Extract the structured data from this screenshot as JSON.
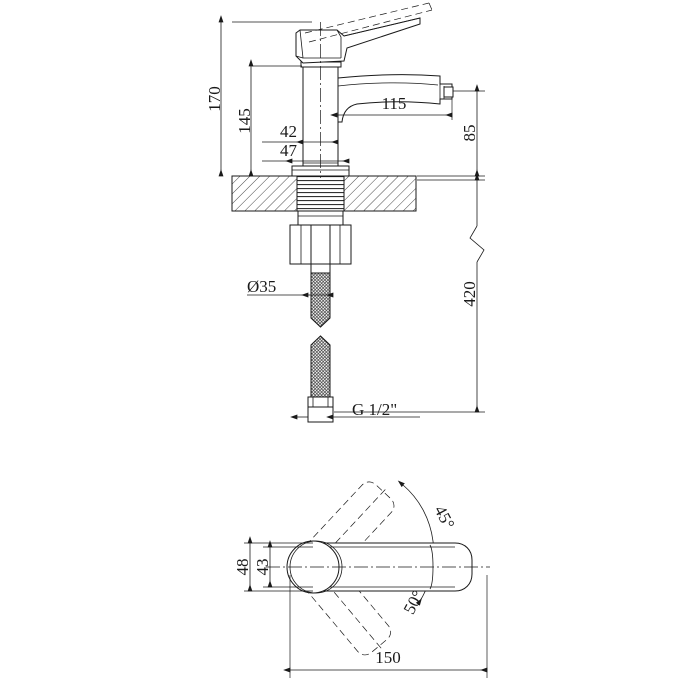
{
  "drawing": {
    "title": "Basin mixer tap technical drawing",
    "units": "mm",
    "line_color": "#1a1a1a",
    "background": "#ffffff",
    "views": [
      {
        "name": "front-elevation",
        "label": ""
      },
      {
        "name": "plan-view",
        "label": ""
      }
    ]
  },
  "dimensions": {
    "front": {
      "overall_height": "170",
      "body_height": "145",
      "body_width_top": "42",
      "body_width_base": "47",
      "spout_reach": "115",
      "spout_height": "85",
      "mount_hole_dia": "Ø35",
      "hose_length": "420",
      "thread_size": "G 1/2\""
    },
    "plan": {
      "spout_width_outer": "48",
      "spout_width_inner": "43",
      "overall_length": "150",
      "swivel_angle_upper": "45°",
      "swivel_angle_lower": "50°"
    }
  }
}
